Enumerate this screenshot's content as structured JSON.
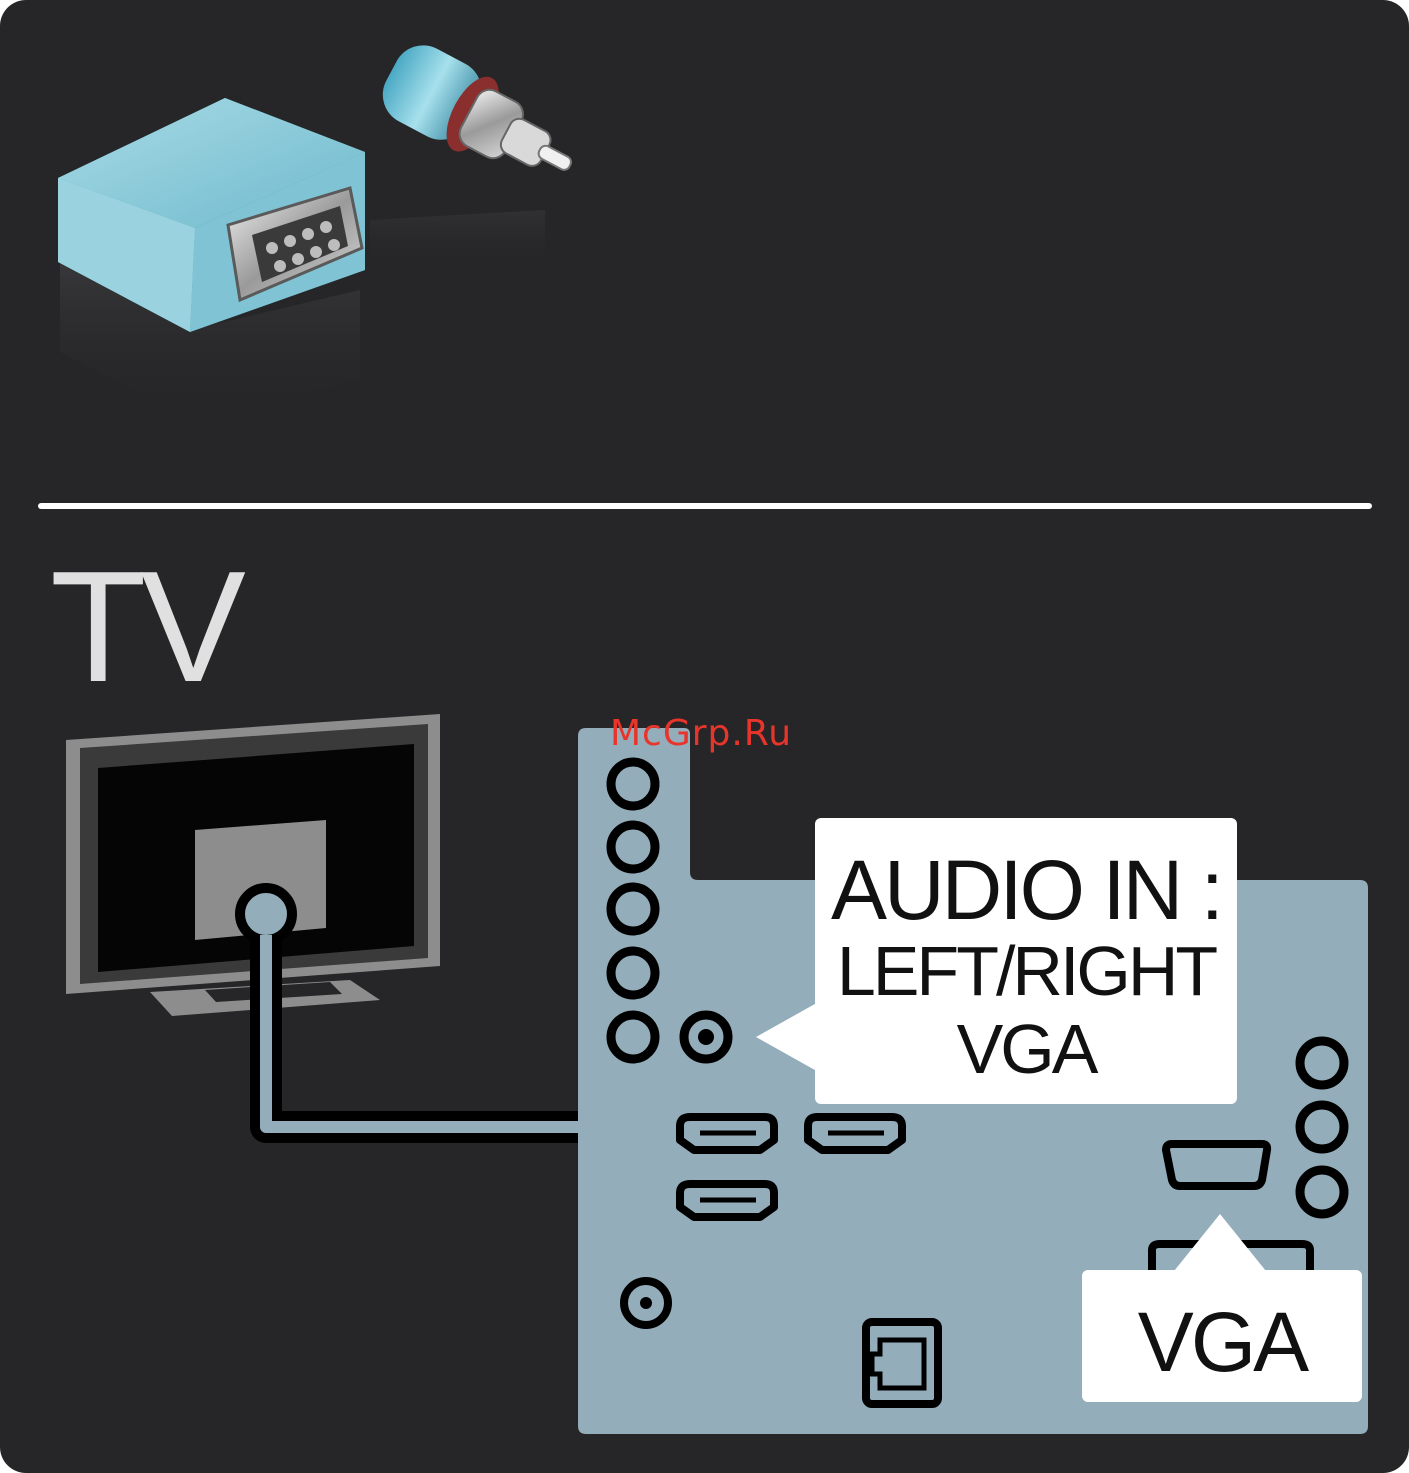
{
  "section": {
    "title": "TV"
  },
  "watermark": {
    "text": "McGrp.Ru"
  },
  "callouts": {
    "audio_in": {
      "line1": "AUDIO IN :",
      "line2": "LEFT/RIGHT",
      "line3": "VGA"
    },
    "vga": {
      "label": "VGA"
    }
  },
  "colors": {
    "background": "#262628",
    "panel": "#94adba",
    "adapter": "#8ccbd9",
    "divider": "#ffffff",
    "watermark": "#e8352b"
  },
  "icons": {
    "adapter": "vga-audio-adapter-icon",
    "tv": "tv-monitor-icon",
    "panel": "tv-connector-panel-icon"
  }
}
